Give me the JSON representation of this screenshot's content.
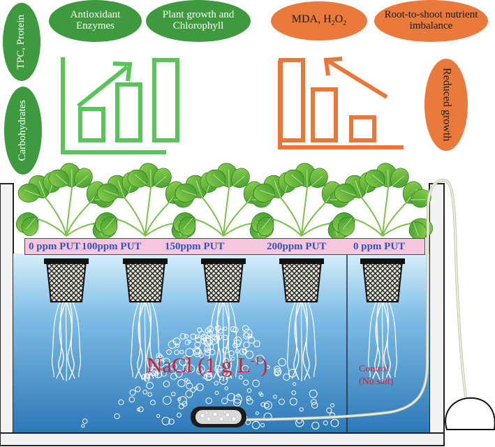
{
  "top_labels": {
    "antioxidant": "Antioxidant Enzymes",
    "plant_growth": "Plant growth and Chlorophyll",
    "mda": "MDA, H",
    "mda_sub": "2",
    "mda_o": "O",
    "mda_sub2": "2",
    "root_shoot": "Root-to-shoot nutrient imbalance"
  },
  "side_labels": {
    "tpc": "TPC, Protein",
    "carbohydrates": "Carbohydrates",
    "reduced_growth": "Reduced growth"
  },
  "put_labels": [
    "0 ppm PUT",
    "100ppm PUT",
    "150ppm PUT",
    "200ppm PUT",
    "0 ppm PUT"
  ],
  "nacl": {
    "text": "NaCl (1 g L",
    "sup": "-1",
    "close": ")"
  },
  "control": {
    "line1": "Control",
    "line2": "(No salt)"
  },
  "colors": {
    "green": "#3f9a3f",
    "orange": "#ea7a3c",
    "chart_green": "#58c45a",
    "chart_orange": "#e8773a",
    "water_top": "#d6eef9",
    "water_bottom": "#2c78b8",
    "put_text": "#2f55b5",
    "nacl_text": "#d4202e"
  },
  "icons": [
    "bar-chart-up-icon",
    "bar-chart-down-icon",
    "strawberry-plant-icon",
    "net-pot-icon",
    "air-stone-icon",
    "air-pump-icon"
  ]
}
